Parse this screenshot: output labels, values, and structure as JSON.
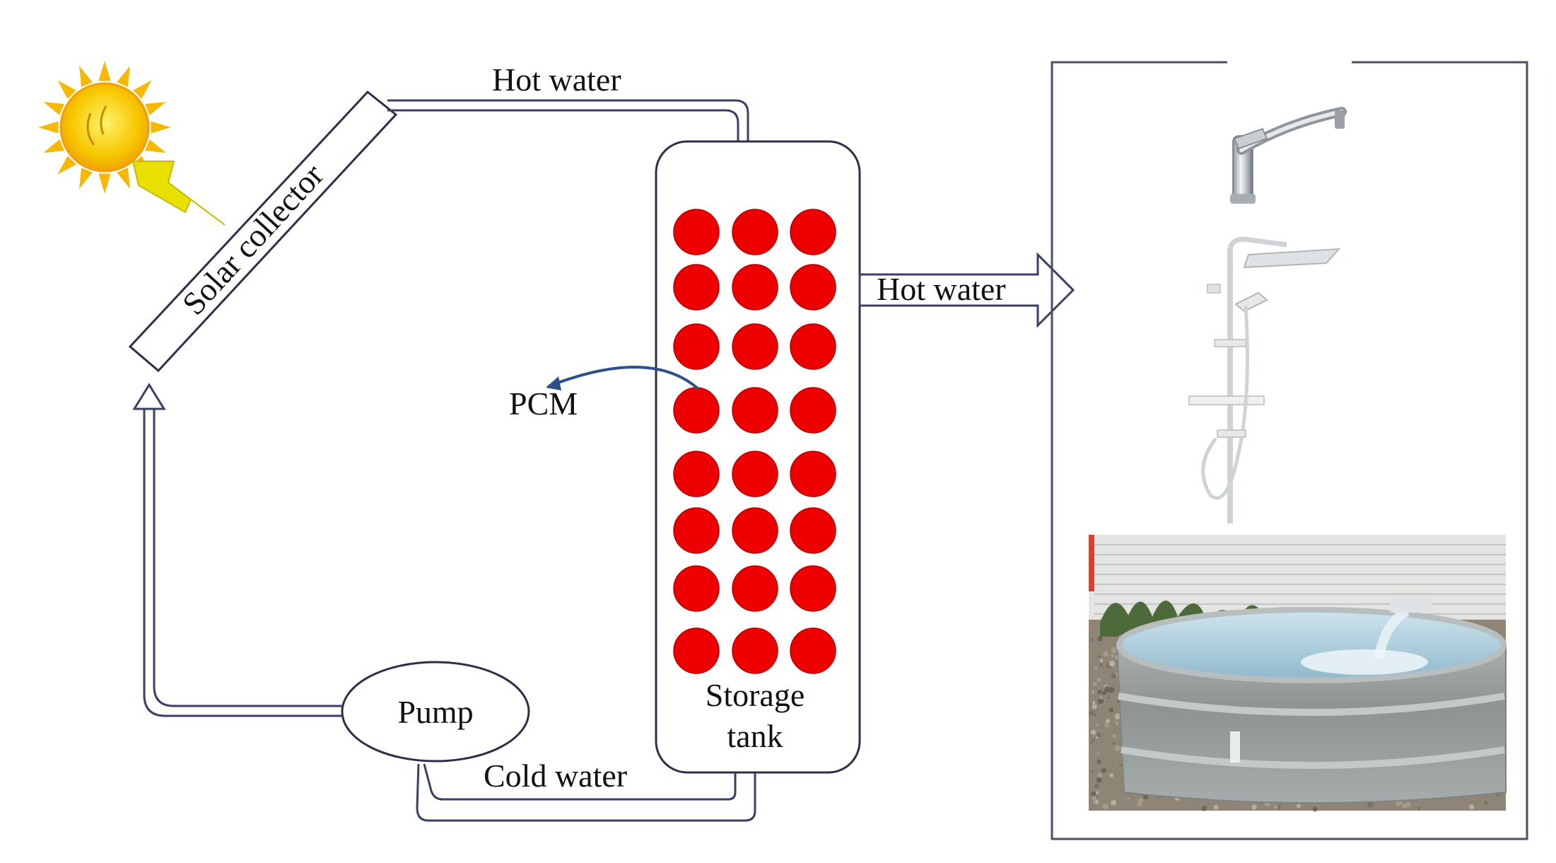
{
  "labels": {
    "solar_collector": "Solar collector",
    "hot_water_top": "Hot water",
    "hot_water_right": "Hot water",
    "pcm": "PCM",
    "pump": "Pump",
    "cold_water": "Cold water",
    "storage_tank_line1": "Storage",
    "storage_tank_line2": "tank"
  },
  "pcm_grid": {
    "rows": 8,
    "cols": 3
  },
  "colors": {
    "pcm_ball": "#ee0000",
    "sun": "#f7c600",
    "sun_rays": "#f9b800",
    "lightning": "#e8e000",
    "outline": "#2b2f4a",
    "pipe": "#3a3f66",
    "pcm_pointer": "#2d4f8a",
    "water": "#9cc6d8",
    "tub_metal": "#9aa0a0",
    "siding": "#e4e4e2",
    "gravel": "#8f8576"
  },
  "icons": [
    "sun-icon",
    "lightning-icon",
    "faucet-icon",
    "shower-icon",
    "water-tub-photo"
  ]
}
